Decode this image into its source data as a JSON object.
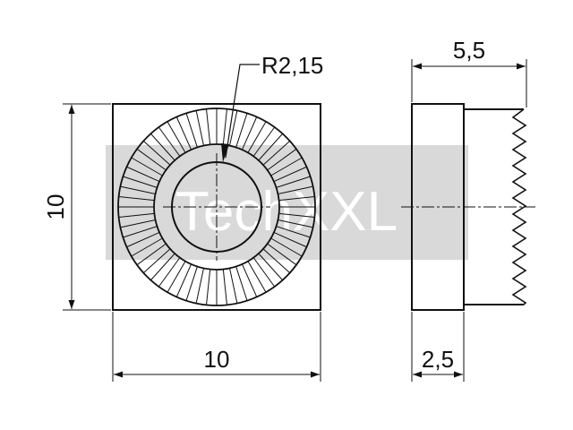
{
  "watermark": {
    "text": "TechXXL"
  },
  "colors": {
    "line": "#111111",
    "watermark_bg": "#d9d9d9",
    "watermark_text": "#ffffff"
  },
  "front_view": {
    "radius_label": "R2,15",
    "width_label": "10",
    "height_label": "10"
  },
  "side_view": {
    "total_width_label": "5,5",
    "body_width_label": "2,5"
  }
}
